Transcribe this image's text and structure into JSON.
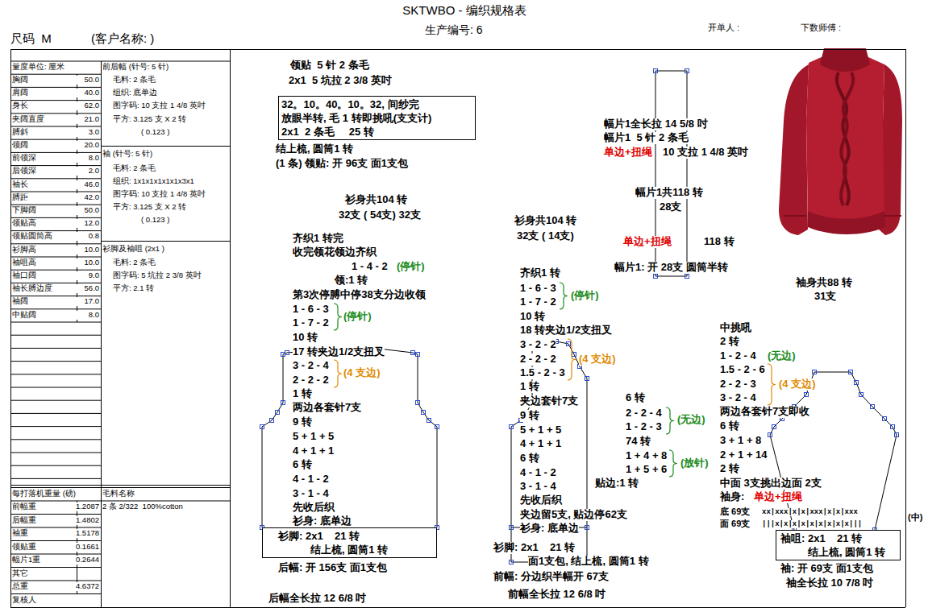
{
  "diagram": {
    "title": "SKTWBO - 编织规格表",
    "nodes": [
      {
        "text": [
          "32。10。40。10。32, 间纱完",
          "放眼半转, 毛 1 转即挑吼(支支计)",
          "2x1  2 条毛     25 转"
        ]
      },
      {
        "text": [
          "衫脚: 2x1    21 转",
          "结上梳, 圆筒1 转"
        ]
      },
      {
        "text": [
          "袖咀: 2x1    21 转",
          "结上梳, 圆筒1 转"
        ]
      }
    ],
    "labels": [
      "尺码  M",
      "(客户名称: )",
      "生产编号: 6",
      "开单人 :",
      "下数师傅 :",
      "量度单位: 厘米",
      "胸阔",
      "50.0",
      "肩阔",
      "40.0",
      "身长",
      "62.0",
      "夹阔直度",
      "21.0",
      "膊斜",
      "3.0",
      "领阔",
      "20.0",
      "前领深",
      "8.0",
      "后领深",
      "2.0",
      "袖长",
      "46.0",
      "膊距",
      "42.0",
      "下脚阔",
      "50.0",
      "领贴高",
      "12.0",
      "领贴圆筒高",
      "0.8",
      "衫脚高",
      "10.0",
      "袖咀高",
      "10.0",
      "袖口阔",
      "9.0",
      "袖长膊边度",
      "56.0",
      "袖阔",
      "17.0",
      "中贴阔",
      "8.0",
      "前后幅 (针号: 5 针)",
      "毛料: 2 条毛",
      "组织: 底单边",
      "图字码: 10 支拉 1 4/8 英吋",
      "平方: 3.125 支 X 2 转",
      "( 0.123 )",
      "袖 (针号: 5 针)",
      "毛料: 2 条毛",
      "组织: 1x1x1x1x1x1x3x1",
      "图字码: 10 支拉 1 4/8 英吋",
      "平方: 3.125 支 X 2 转",
      "( 0.123 )",
      "衫脚及袖咀 (2x1 )",
      "毛料: 2 条毛",
      "图字码: 5 坑拉 2 3/8 英吋",
      "平方: 2.1 转",
      "每打落机重量 (磅)",
      "毛料名称",
      "前幅重",
      "1.2087",
      "2 条 2/322  100%cotton",
      "后幅重",
      "1.4802",
      "袖重",
      "1.5178",
      "领贴重",
      "0.1661",
      "幅片1重",
      "0.2644",
      "其它",
      "总重",
      "4.6372",
      "复核人",
      "领贴  5 针 2 条毛",
      "2x1  5 坑拉 2 3/8 英吋",
      "结上梳, 圆筒1 转",
      "(1 条) 领贴: 开 96支 面1支包",
      "衫身共104 转",
      "32支 ( 54支) 32支",
      "齐织1 转完",
      "收完领花领边齐织",
      "1 - 4 - 2",
      "(停针)",
      "领:1 转",
      "第3次停膊中停38支分边收领",
      "1 - 6 - 3",
      "1 - 7 - 2",
      "(停针)",
      "10 转",
      "17 转夹边1/2支扭叉",
      "3 - 2 - 4",
      "2 - 2 - 2",
      "(4 支边)",
      "1 转",
      "两边各套针7支",
      "9 转",
      "5 + 1 + 5",
      "4 + 1 + 1",
      "6 转",
      "4 - 1 - 2",
      "3 - 1 - 4",
      "先收后织",
      "衫身: 底单边",
      "后幅: 开 156支 面1支包",
      "后幅全长拉 12 6/8 吋",
      "衫身共104 转",
      "32支 ( 14支)",
      "齐织1 转",
      "1 - 6 - 3",
      "1 - 7 - 2",
      "(停针)",
      "10 转",
      "18 转夹边1/2支扭叉",
      "3 - 2 - 2",
      "2 - 2 - 2",
      "1.5 - 2 - 3",
      "(4 支边)",
      "1 转",
      "夹边套针7支",
      "9 转",
      "5 + 1 + 5",
      "4 + 1 + 1",
      "6 转",
      "4 - 1 - 2",
      "3 - 1 - 4",
      "先收后织",
      "夹边留5支, 贴边停62支",
      "衫身: 底单边",
      "衫脚: 2x1    21 转",
      "面1支包, 结上梳, 圆筒1 转",
      "前幅: 分边织半幅开 67支",
      "前幅全长拉 12 6/8 吋",
      "6 转",
      "2 - 2 - 4",
      "1 - 2 - 3",
      "(无边)",
      "74 转",
      "1 + 4 + 8",
      "1 + 5 + 6",
      "(放针)",
      "贴边:1 转",
      "幅片1全长拉 14 5/8 吋",
      "幅片1  5 针 2 条毛",
      "单边+扭绳",
      "10 支拉 1 4/8 英吋",
      "幅片1共118 转",
      "28支",
      "单边+扭绳",
      "118 转",
      "幅片1: 开 28支 圆筒半转",
      "袖身共88 转",
      "31支",
      "中挑吼",
      "2 转",
      "1 - 2 - 4",
      "(无边)",
      "1.5 - 2 - 6",
      "2 - 2 - 3",
      "3 - 2 - 4",
      "(4 支边)",
      "两边各套针7支即收",
      "6 转",
      "3 + 1 + 8",
      "2 + 1 + 14",
      "2 转",
      "中面 3支挑出边面 2支",
      "袖身:",
      "单边+扭绳",
      "底 69支",
      "面 69支",
      "xx|xxx|x|x|xxx|x|x|xxx",
      "|||x|x|x|x|x|x|x|x|x|||",
      "(中)",
      "袖: 开 69支 面1支包",
      "袖全长拉 10 7/8 吋"
    ]
  }
}
